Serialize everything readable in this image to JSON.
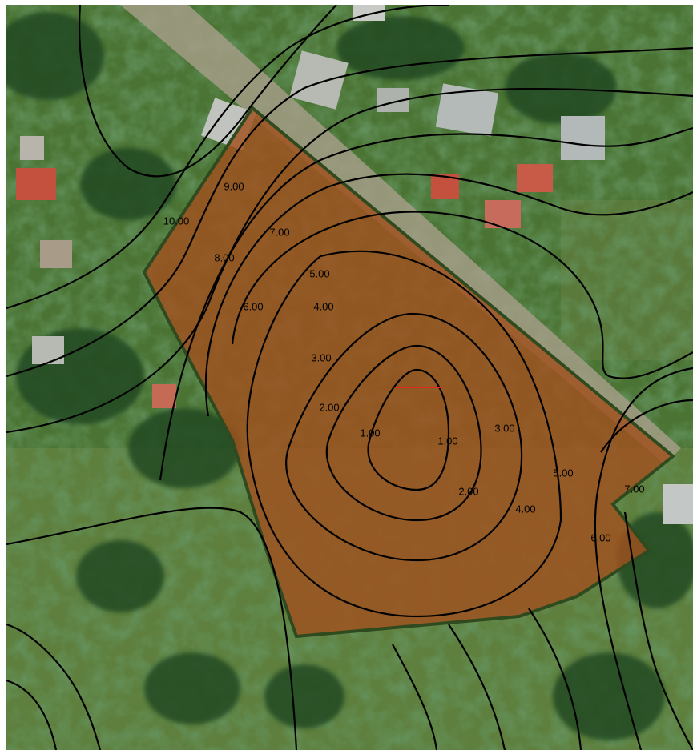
{
  "map": {
    "colors": {
      "vegetation": "#3f6b2f",
      "dense_tree": "#254d22",
      "grass": "#5e7f3d",
      "road": "#a89f88",
      "roof_grey": "#b9bcb6",
      "roof_red": "#c4513e",
      "parcel_fill": "#a0501e",
      "parcel_edge": "#2f4a1e",
      "contour_line": "#000000",
      "marker_line": "#e02a1a"
    },
    "contour_labels": [
      {
        "id": "label-9",
        "text": "9.00"
      },
      {
        "id": "label-10",
        "text": "10.00"
      },
      {
        "id": "label-7a",
        "text": "7.00"
      },
      {
        "id": "label-8",
        "text": "8.00"
      },
      {
        "id": "label-5a",
        "text": "5.00"
      },
      {
        "id": "label-6a",
        "text": "6.00"
      },
      {
        "id": "label-4a",
        "text": "4.00"
      },
      {
        "id": "label-3a",
        "text": "3.00"
      },
      {
        "id": "label-2a",
        "text": "2.00"
      },
      {
        "id": "label-1a",
        "text": "1.00"
      },
      {
        "id": "label-1b",
        "text": "1.00"
      },
      {
        "id": "label-3b",
        "text": "3.00"
      },
      {
        "id": "label-2b",
        "text": "2.00"
      },
      {
        "id": "label-4b",
        "text": "4.00"
      },
      {
        "id": "label-5b",
        "text": "5.00"
      },
      {
        "id": "label-7b",
        "text": "7.00"
      },
      {
        "id": "label-6b",
        "text": "6.00"
      }
    ]
  }
}
